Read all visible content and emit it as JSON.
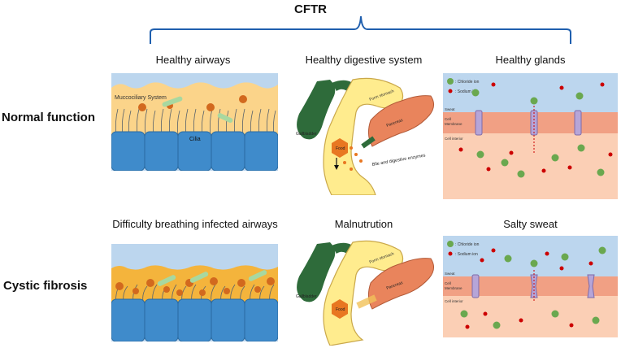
{
  "title": "CFTR",
  "columns": {
    "top": [
      "Healthy airways",
      "Healthy digestive system",
      "Healthy glands"
    ],
    "bottom": [
      "Difficulty breathing infected airways",
      "Malnutrution",
      "Salty sweat"
    ]
  },
  "rows": [
    "Normal function",
    "Cystic fibrosis"
  ],
  "airway": {
    "mucociliary": "Muccociliary System",
    "cilia": "Cilia"
  },
  "digestive": {
    "stomach": "Form stomach",
    "gallbladder": "Gallbladder",
    "food": "Food",
    "pancreas": "Pancreas",
    "enzymes": "Bile and digestive enzymes"
  },
  "glands": {
    "chloride": ": Chloride ion",
    "sodium": ": Sodium ion",
    "sweat": "Sweat",
    "membrane1": "Cell",
    "membrane2": "Membrane",
    "interior": "Cell interior"
  },
  "colors": {
    "airway_top": "#bcd6ee",
    "mucus_healthy": "#fbd48a",
    "mucus_cf": "#f4b43c",
    "cells": "#3f8bcb",
    "green_ion": "#6aa84f",
    "red_ion": "#cc0000",
    "sweat_bg": "#bcd6ee",
    "membrane": "#f1a084",
    "interior": "#fbcfb5",
    "gallbladder": "#2e6b3a",
    "stomach": "#ffec8e",
    "pancreas": "#e9845c"
  }
}
